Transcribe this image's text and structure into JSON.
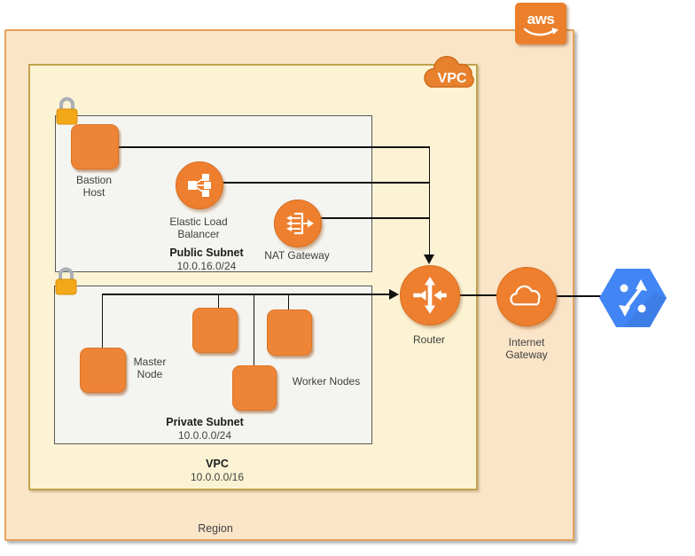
{
  "badges": {
    "aws_logo_text": "aws",
    "vpc_cloud_text": "VPC"
  },
  "region": {
    "label": "Region"
  },
  "vpc": {
    "label": "VPC",
    "cidr": "10.0.0.0/16"
  },
  "public_subnet": {
    "title": "Public Subnet",
    "cidr": "10.0.16.0/24",
    "bastion_label": "Bastion Host",
    "elb_label": "Elastic Load Balancer",
    "nat_label": "NAT Gateway"
  },
  "private_subnet": {
    "title": "Private Subnet",
    "cidr": "10.0.0.0/24",
    "master_label": "Master Node",
    "workers_label": "Worker Nodes"
  },
  "router": {
    "label": "Router"
  },
  "internet_gateway": {
    "label": "Internet Gateway"
  },
  "icons": {
    "aws_logo": "aws-logo",
    "vpc_cloud": "vpc-cloud",
    "subnet_lock": "padlock-icon",
    "bastion": "instance-square-icon",
    "elb": "elastic-load-balancer-icon",
    "nat": "nat-gateway-icon",
    "router": "router-icon",
    "internet_gateway": "internet-gateway-cloud-icon",
    "external_network": "network-hexagon-icon"
  },
  "colors": {
    "aws_orange": "#EC7F2B",
    "icon_orange": "#ED7F2E",
    "region_bg": "#FBE5C9",
    "vpc_bg": "#FBF3D4",
    "subnet_bg": "#F4F4F1",
    "gcp_blue": "#4285F4",
    "line": "#111111"
  }
}
